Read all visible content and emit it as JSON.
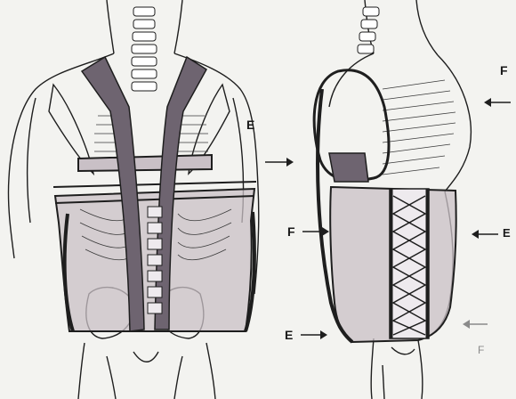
{
  "labels": {
    "back_E": "E",
    "side_F_top": "F",
    "side_E_right": "E",
    "side_F_left": "F",
    "side_E_bottom": "E",
    "side_F_bottom": "F"
  },
  "colors": {
    "brace_fill": "#c9c0c6",
    "strap_fill": "#6e6470",
    "ink": "#1e1e1e",
    "paper": "#f3f3f0"
  }
}
